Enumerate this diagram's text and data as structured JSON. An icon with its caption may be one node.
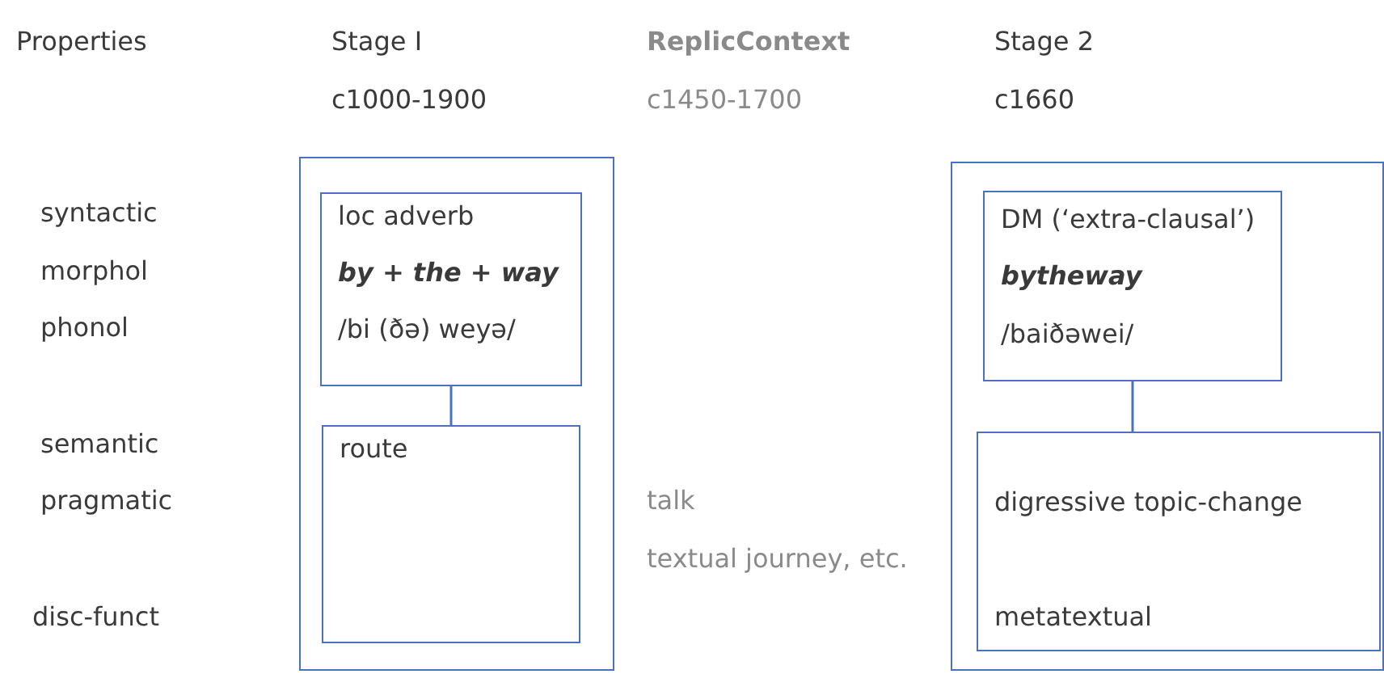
{
  "diagram": {
    "nodes": [
      {
        "text": [],
        "shape": "box"
      },
      {
        "text": [
          "loc adverb",
          "by + the + way",
          "/bi (ðə) weyə/"
        ],
        "in": 0
      },
      {
        "text": [
          "route"
        ],
        "in": 0
      },
      {
        "text": [],
        "shape": "box"
      },
      {
        "text": [
          "DM (‘extra-clausal’)",
          "bytheway",
          "/baiðəwei/"
        ],
        "in": 3
      },
      {
        "text": [
          "digressive topic-change",
          "metatextual"
        ],
        "in": 3
      }
    ],
    "edges": [
      {
        "from": 1,
        "to": 2,
        "arrow": "none"
      },
      {
        "from": 4,
        "to": 5,
        "arrow": "none"
      }
    ],
    "labels": [
      "Properties",
      "Stage I",
      "ReplicContext",
      "Stage 2",
      "c1000-1900",
      "c1450-1700",
      "c1660",
      "syntactic",
      "morphol",
      "phonol",
      "semantic",
      "pragmatic",
      "talk",
      "textual journey, etc.",
      "disc-funct"
    ]
  }
}
